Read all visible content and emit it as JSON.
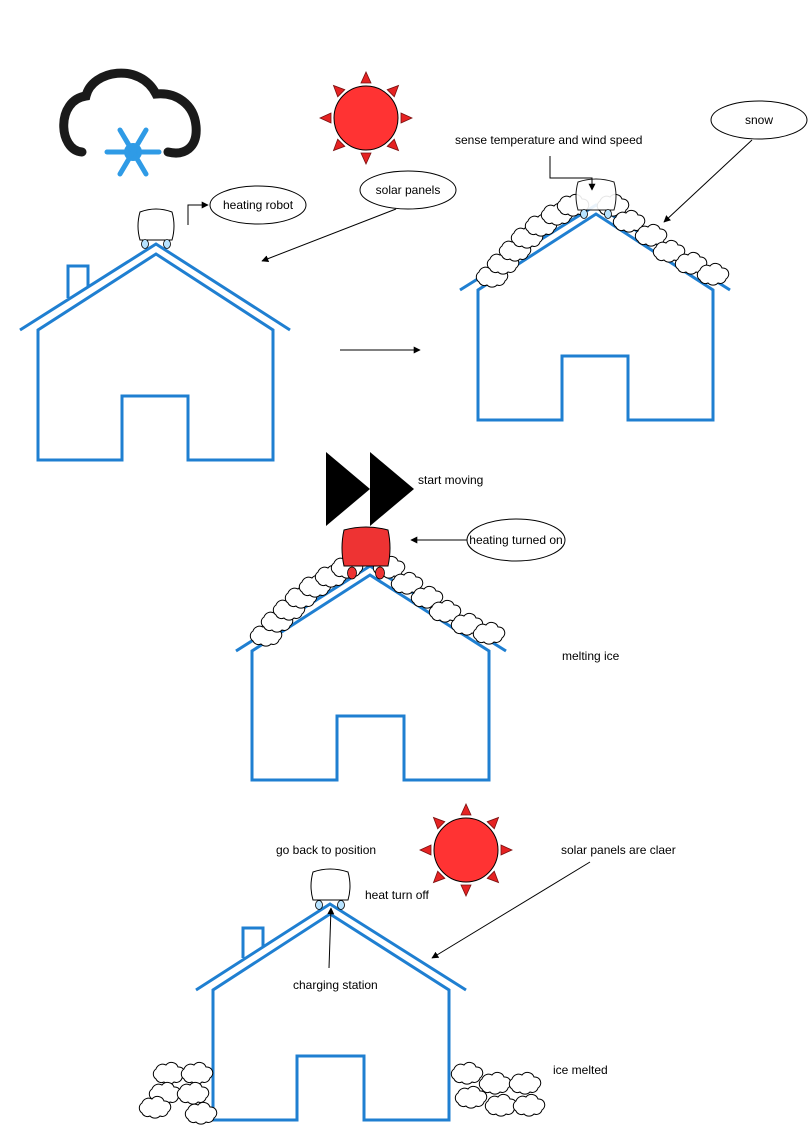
{
  "labels": {
    "heating_robot": "heating robot",
    "solar_panels": "solar panels",
    "sense": "sense temperature and wind speed",
    "snow": "snow",
    "start_moving": "start moving",
    "heating_on": "heating turned on",
    "melting_ice": "melting ice",
    "go_back": "go back to position",
    "heat_off": "heat turn off",
    "solar_clear": "solar panels are claer",
    "charging": "charging station",
    "ice_melted": "ice melted"
  },
  "icons": {
    "weather": "snow-cloud-icon",
    "sun": "sun-icon",
    "fast_forward": "fast-forward-icon"
  },
  "colors": {
    "house": "#1f7fd1",
    "sun": "#ff3333",
    "robot_active": "#ee3333",
    "snowflake": "#2f9be6"
  }
}
